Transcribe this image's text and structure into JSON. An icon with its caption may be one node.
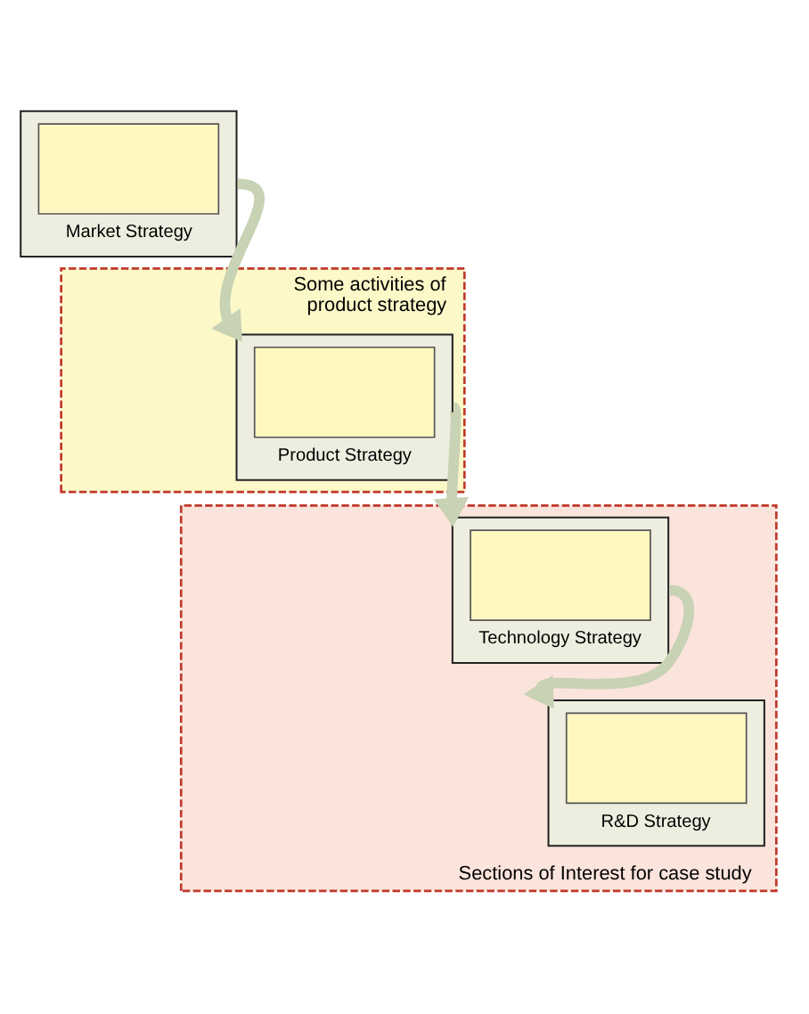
{
  "diagram": {
    "nodes": [
      {
        "text": [
          "Market Strategy"
        ]
      },
      {
        "text": [
          "Some activities of product strategy"
        ]
      },
      {
        "text": [
          "Product Strategy"
        ],
        "in": 1
      },
      {
        "text": [
          "Sections of Interest for case study"
        ]
      },
      {
        "text": [
          "Technology Strategy"
        ],
        "in": 3
      },
      {
        "text": [
          "R&D Strategy"
        ],
        "in": 3
      }
    ],
    "edges": [
      {
        "from": 0,
        "to": 2,
        "arrow": "to"
      },
      {
        "from": 2,
        "to": 4,
        "arrow": "to"
      },
      {
        "from": 4,
        "to": 5,
        "arrow": "to"
      }
    ]
  }
}
